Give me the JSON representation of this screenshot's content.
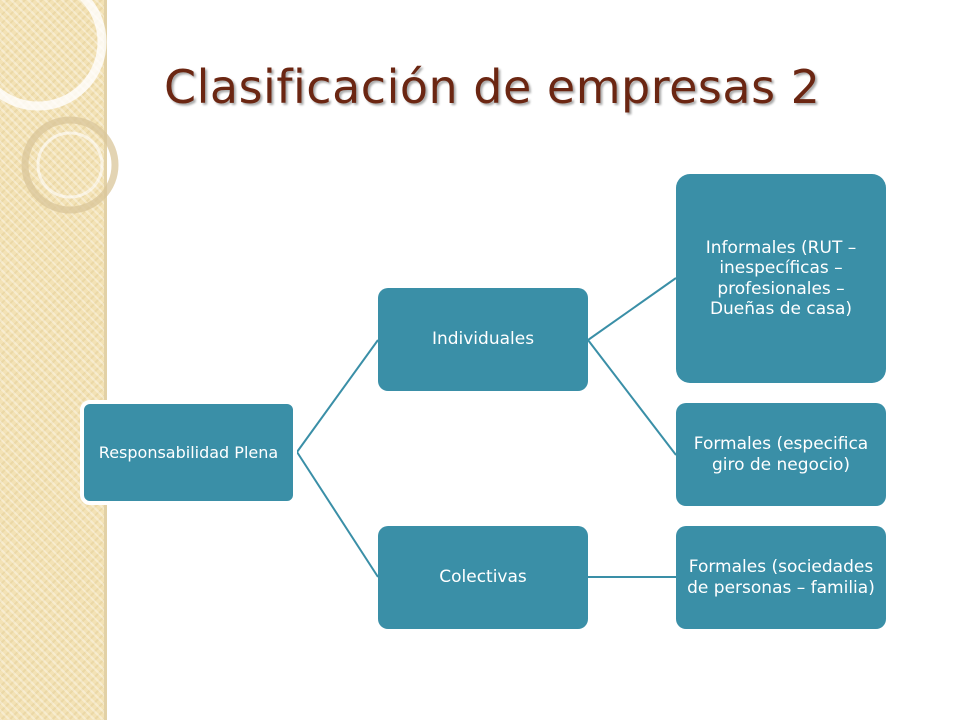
{
  "slide": {
    "title": "Clasificación  de empresas 2"
  },
  "colors": {
    "node_fill": "#3a8fa7",
    "node_text": "#ffffff",
    "title": "#6b2612",
    "band": "#f3e2b5",
    "connector": "#3a8fa7"
  },
  "diagram": {
    "root": "Responsabilidad Plena",
    "level1": [
      {
        "label": "Individuales",
        "children": [
          "Informales (RUT – inespecíficas – profesionales – Dueñas de casa)",
          "Formales (especifica giro de negocio)"
        ]
      },
      {
        "label": "Colectivas",
        "children": [
          "Formales (sociedades de personas – familia)"
        ]
      }
    ]
  }
}
